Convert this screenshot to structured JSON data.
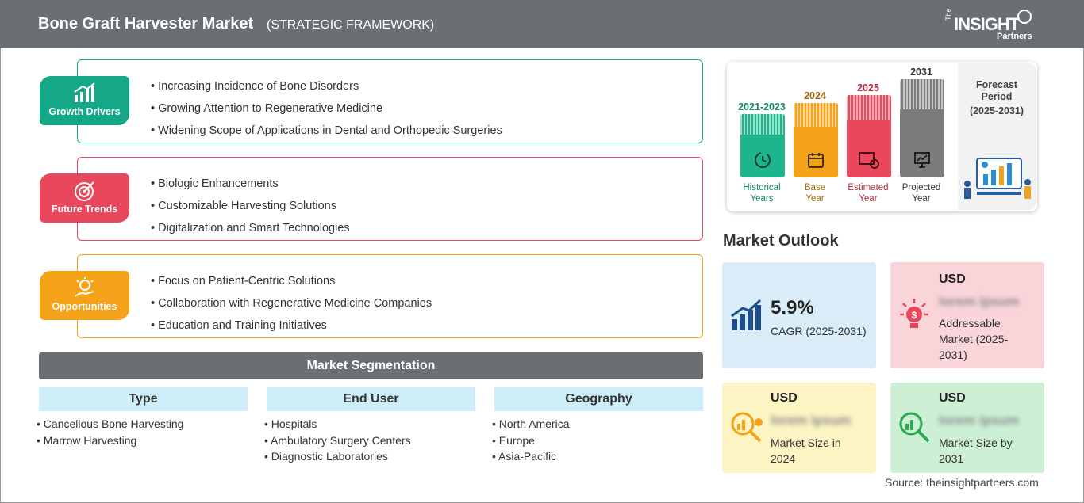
{
  "header": {
    "title": "Bone Graft Harvester Market",
    "subtitle": "(STRATEGIC FRAMEWORK)",
    "logo_small": "The",
    "logo_big": "INSIGHT",
    "logo_partners": "Partners"
  },
  "framework": {
    "growth_drivers": {
      "label": "Growth Drivers",
      "color": "#14a887",
      "items": [
        "Increasing Incidence of Bone Disorders",
        "Growing Attention to Regenerative Medicine",
        "Widening Scope of Applications in Dental and Orthopedic Surgeries"
      ]
    },
    "future_trends": {
      "label": "Future Trends",
      "color": "#e8475c",
      "items": [
        "Biologic Enhancements",
        "Customizable Harvesting Solutions",
        "Digitalization and Smart Technologies"
      ]
    },
    "opportunities": {
      "label": "Opportunities",
      "color": "#f5a21b",
      "items": [
        "Focus on Patient-Centric Solutions",
        "Collaboration with Regenerative Medicine Companies",
        "Education and Training Initiatives"
      ]
    }
  },
  "segmentation": {
    "title": "Market Segmentation",
    "columns": [
      {
        "heading": "Type",
        "items": [
          "Cancellous Bone Harvesting",
          "Marrow Harvesting"
        ]
      },
      {
        "heading": "End User",
        "items": [
          "Hospitals",
          "Ambulatory Surgery Centers",
          "Diagnostic Laboratories"
        ]
      },
      {
        "heading": "Geography",
        "items": [
          "North America",
          "Europe",
          "Asia-Pacific"
        ]
      }
    ]
  },
  "timeline": {
    "bars": [
      {
        "year": "2021-2023",
        "label_line1": "Historical",
        "label_line2": "Years",
        "color": "#1db58c",
        "year_color": "#128a6a"
      },
      {
        "year": "2024",
        "label_line1": "Base",
        "label_line2": "Year",
        "color": "#f5a21b",
        "year_color": "#a06a10"
      },
      {
        "year": "2025",
        "label_line1": "Estimated",
        "label_line2": "Year",
        "color": "#e8475c",
        "year_color": "#b02a3c"
      },
      {
        "year": "2031",
        "label_line1": "Projected",
        "label_line2": "Year",
        "color": "#7c7c7c",
        "year_color": "#333333"
      }
    ],
    "forecast_line1": "Forecast",
    "forecast_line2": "Period",
    "forecast_line3": "(2025-2031)"
  },
  "outlook": {
    "title": "Market Outlook",
    "cagr": {
      "value": "5.9%",
      "label": "CAGR (2025-2031)",
      "bg": "#d9ecf7"
    },
    "addressable": {
      "currency": "USD",
      "value": "lorem ipsum",
      "line1": "Addressable",
      "line2": "Market (2025-",
      "line3": "2031)",
      "bg": "#f9d5da"
    },
    "size_2024": {
      "currency": "USD",
      "value": "lorem ipsum",
      "line1": "Market Size in",
      "line2": "2024",
      "bg": "#fdf4c4"
    },
    "size_2031": {
      "currency": "USD",
      "value": "lorem ipsum",
      "line1": "Market Size by",
      "line2": "2031",
      "bg": "#cdf0d5"
    }
  },
  "source": "Source: theinsightpartners.com"
}
